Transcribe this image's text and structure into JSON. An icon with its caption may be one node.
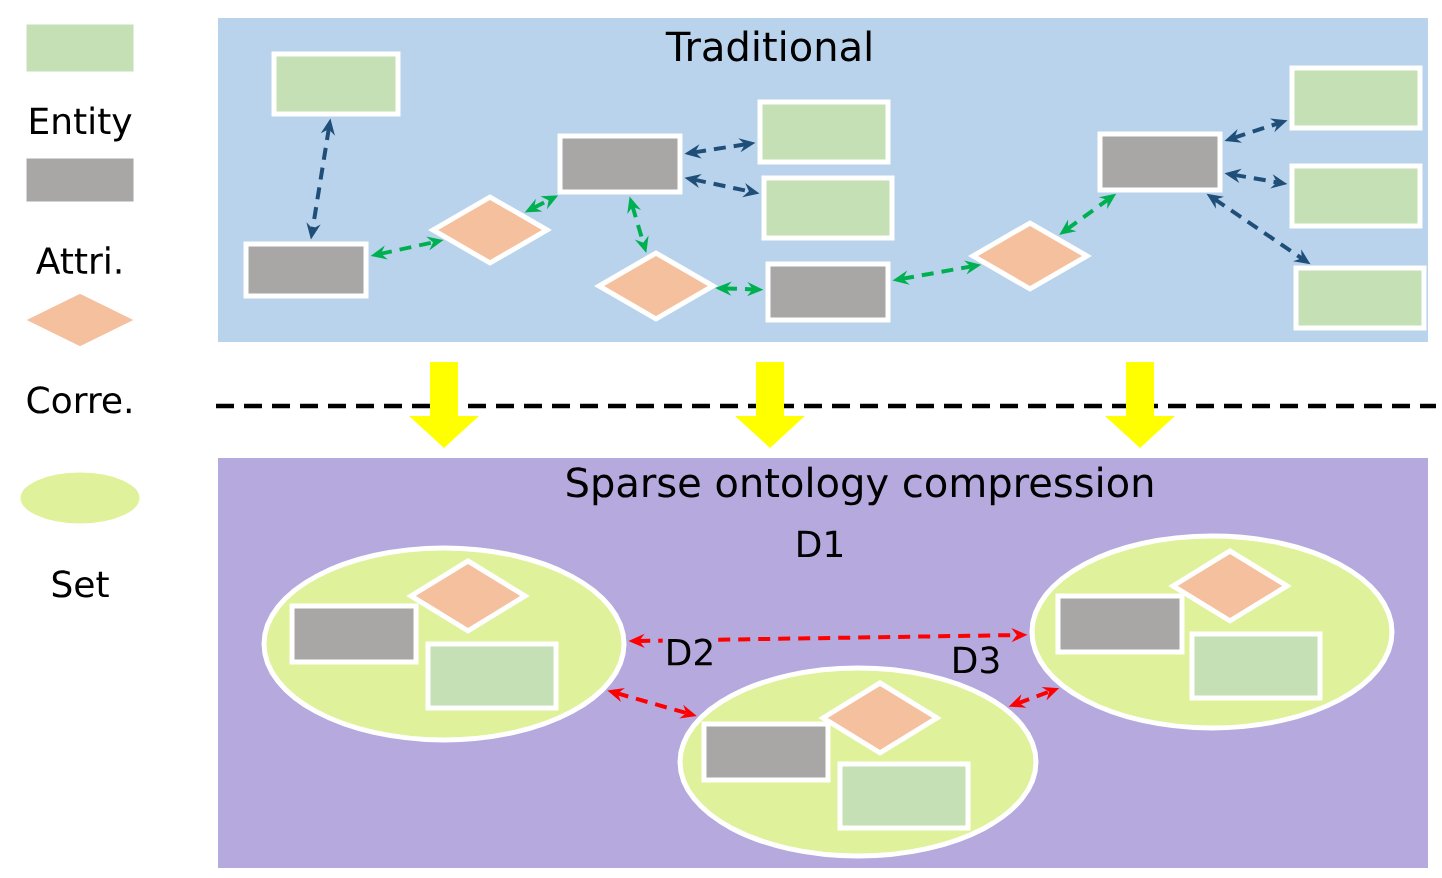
{
  "diagram": {
    "nodes": [
      {
        "text": [
          "Traditional"
        ]
      },
      {
        "text": [],
        "shape": "box",
        "in": 0
      },
      {
        "text": [],
        "shape": "box",
        "in": 0
      },
      {
        "text": [],
        "shape": "diamond",
        "in": 0
      },
      {
        "text": [],
        "shape": "box",
        "in": 0
      },
      {
        "text": [],
        "shape": "box",
        "in": 0
      },
      {
        "text": [],
        "shape": "box",
        "in": 0
      },
      {
        "text": [],
        "shape": "diamond",
        "in": 0
      },
      {
        "text": [],
        "shape": "box",
        "in": 0
      },
      {
        "text": [],
        "shape": "diamond",
        "in": 0
      },
      {
        "text": [],
        "shape": "box",
        "in": 0
      },
      {
        "text": [],
        "shape": "box",
        "in": 0
      },
      {
        "text": [],
        "shape": "box",
        "in": 0
      },
      {
        "text": [],
        "shape": "box",
        "in": 0
      },
      {
        "text": [
          "Sparse ontology compression"
        ]
      },
      {
        "text": [],
        "shape": "ellipse",
        "in": 14
      },
      {
        "text": [],
        "shape": "diamond",
        "in": 15
      },
      {
        "text": [],
        "shape": "box",
        "in": 15
      },
      {
        "text": [],
        "shape": "box",
        "in": 15
      },
      {
        "text": [],
        "shape": "ellipse",
        "in": 14
      },
      {
        "text": [],
        "shape": "diamond",
        "in": 19
      },
      {
        "text": [],
        "shape": "box",
        "in": 19
      },
      {
        "text": [],
        "shape": "box",
        "in": 19
      },
      {
        "text": [],
        "shape": "ellipse",
        "in": 14
      },
      {
        "text": [],
        "shape": "diamond",
        "in": 23
      },
      {
        "text": [],
        "shape": "box",
        "in": 23
      },
      {
        "text": [],
        "shape": "box",
        "in": 23
      }
    ],
    "edges": [
      {
        "from": 1,
        "to": 2,
        "arrow": "both",
        "style": "dashed",
        "color": "#1f4e79"
      },
      {
        "from": 4,
        "to": 5,
        "arrow": "both",
        "style": "dashed",
        "color": "#1f4e79"
      },
      {
        "from": 4,
        "to": 6,
        "arrow": "both",
        "style": "dashed",
        "color": "#1f4e79"
      },
      {
        "from": 10,
        "to": 11,
        "arrow": "both",
        "style": "dashed",
        "color": "#1f4e79"
      },
      {
        "from": 10,
        "to": 12,
        "arrow": "both",
        "style": "dashed",
        "color": "#1f4e79"
      },
      {
        "from": 10,
        "to": 13,
        "arrow": "both",
        "style": "dashed",
        "color": "#1f4e79"
      },
      {
        "from": 2,
        "to": 3,
        "arrow": "both",
        "style": "dashed",
        "color": "#00b050"
      },
      {
        "from": 3,
        "to": 4,
        "arrow": "both",
        "style": "dashed",
        "color": "#00b050"
      },
      {
        "from": 4,
        "to": 7,
        "arrow": "both",
        "style": "dashed",
        "color": "#00b050"
      },
      {
        "from": 7,
        "to": 8,
        "arrow": "both",
        "style": "dashed",
        "color": "#00b050"
      },
      {
        "from": 8,
        "to": 9,
        "arrow": "both",
        "style": "dashed",
        "color": "#00b050"
      },
      {
        "from": 9,
        "to": 10,
        "arrow": "both",
        "style": "dashed",
        "color": "#00b050"
      },
      {
        "from": 0,
        "to": 14,
        "arrow": "to",
        "style": "thick",
        "color": "#ffff00"
      },
      {
        "from": 0,
        "to": 14,
        "arrow": "to",
        "style": "thick",
        "color": "#ffff00"
      },
      {
        "from": 0,
        "to": 14,
        "arrow": "to",
        "style": "thick",
        "color": "#ffff00"
      },
      {
        "from": 15,
        "to": 23,
        "arrow": "both",
        "label": "D1",
        "style": "dashed",
        "color": "#ff0000"
      },
      {
        "from": 15,
        "to": 19,
        "arrow": "both",
        "label": "D2",
        "style": "dashed",
        "color": "#ff0000"
      },
      {
        "from": 19,
        "to": 23,
        "arrow": "both",
        "label": "D3",
        "style": "dashed",
        "color": "#ff0000"
      }
    ],
    "legend": [
      {
        "text": "Entity"
      },
      {
        "text": "Attri."
      },
      {
        "text": "Corre."
      },
      {
        "text": "Set"
      }
    ]
  }
}
